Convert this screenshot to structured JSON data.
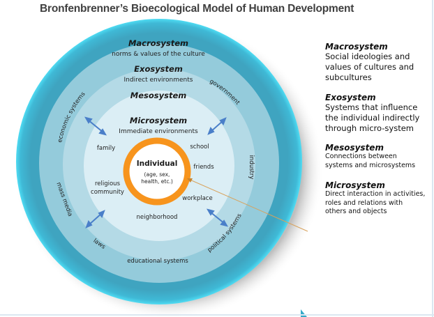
{
  "title": "Bronfenbrenner’s Bioecological Model of Human Development",
  "colors": {
    "macro_ring": "#3fa4c0",
    "macro_rim": "#43d3ee",
    "exo_ring": "#94cbdb",
    "meso_ring": "#b5dbe6",
    "micro_ring": "#daeef4",
    "individual_ring": "#f7941d",
    "arrow": "#4a7fc9",
    "pointer_line": "#d8a25c",
    "text": "#222222"
  },
  "rings": {
    "macrosystem": {
      "name": "Macrosystem",
      "desc": "norms & values of the culture"
    },
    "exosystem": {
      "name": "Exosystem",
      "desc": "Indirect environments"
    },
    "mesosystem": {
      "name": "Mesosystem"
    },
    "microsystem": {
      "name": "Microsystem",
      "desc": "Immediate environments"
    },
    "individual": {
      "name": "Individual",
      "desc_line1": "(age, sex,",
      "desc_line2": "health, etc.)"
    }
  },
  "exosystem_labels": {
    "economic": "economic systems",
    "government": "government",
    "industry": "industry",
    "mass_media": "mass media",
    "laws": "laws",
    "political": "political systems",
    "educational": "educational systems"
  },
  "microsystem_labels": {
    "family": "family",
    "school": "school",
    "friends": "friends",
    "religious_1": "religious",
    "religious_2": "community",
    "workplace": "workplace",
    "neighborhood": "neighborhood"
  },
  "legend": [
    {
      "heading": "Macrosystem",
      "lines": [
        "Social ideologies and",
        "values of cultures and",
        "subcultures"
      ]
    },
    {
      "heading": "Exosystem",
      "lines": [
        "Systems that influence",
        "the individual indirectly",
        "through micro-system"
      ]
    },
    {
      "heading": "Mesosystem",
      "lines": [
        "Connections between",
        "systems and microsystems"
      ]
    },
    {
      "heading": "Microsystem",
      "lines": [
        "Direct interaction in activities,",
        "roles and relations with",
        "others and objects"
      ]
    }
  ]
}
